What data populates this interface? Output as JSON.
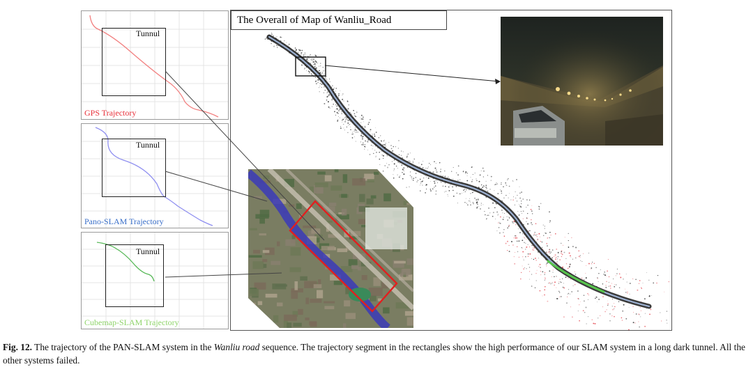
{
  "panels": [
    {
      "id": "gps",
      "tunnel_label": "Tunnul",
      "caption": "GPS Trajectory",
      "color": "#e8303a"
    },
    {
      "id": "pano",
      "tunnel_label": "Tunnul",
      "caption": "Pano-SLAM Trajectory",
      "color": "#3a6fc9",
      "line_color": "#8f8ff0"
    },
    {
      "id": "cubemap",
      "tunnel_label": "Tunnul",
      "caption": "Cubemap-SLAM Trajectory",
      "color": "#7ccc55",
      "line_color": "#57b857"
    }
  ],
  "map": {
    "title": "The Overall of Map of Wanliu_Road"
  },
  "caption": {
    "fig_label": "Fig. 12.",
    "text_before": " The trajectory of the PAN-SLAM system in the ",
    "italic": "Wanliu road",
    "text_after": " sequence. The trajectory segment in the rectangles show the high performance of our SLAM system in a long dark tunnel. All the other systems failed."
  }
}
